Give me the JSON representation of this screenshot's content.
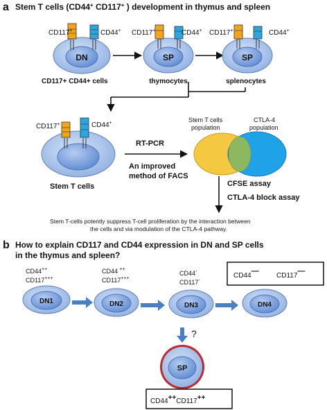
{
  "panel_a": {
    "letter": "a",
    "title_parts": [
      "Stem T cells (CD44",
      "+",
      " CD117",
      "+",
      " ) development in thymus and spleen"
    ],
    "cells": {
      "dn": {
        "label": "DN",
        "caption": "CD117+  CD44+ cells",
        "cd117": "CD117",
        "cd44": "CD44",
        "sup": "+"
      },
      "sp1": {
        "label": "SP",
        "caption": "thymocytes",
        "cd117": "CD117",
        "cd44": "CD44",
        "sup": "+"
      },
      "sp2": {
        "label": "SP",
        "caption": "splenocytes",
        "cd117": "CD117",
        "cd44": "CD44",
        "sup": "+"
      },
      "stem": {
        "caption": "Stem T cells",
        "cd117": "CD117",
        "cd44": "CD44",
        "sup": "+"
      }
    },
    "methods": {
      "rt_pcr": "RT-PCR",
      "facs_line1": "An improved",
      "facs_line2": "method of FACS"
    },
    "venn": {
      "left_line1": "Stem T cells",
      "left_line2": "population",
      "right_line1": "CTLA-4",
      "right_line2": "population"
    },
    "assays": {
      "cfse": "CFSE assay",
      "ctla4_block": "CTLA-4 block assay"
    },
    "conclusion_line1": "Stem T-cells potently suppress T-cell  proliferation by the interaction between",
    "conclusion_line2": "the cells and via modulation of the CTLA-4 pathway."
  },
  "panel_b": {
    "letter": "b",
    "title_line1": "How to explain CD117 and CD44 expression in DN and SP cells",
    "title_line2": "in the thymus and spleen?",
    "stages": [
      {
        "label": "DN1",
        "cd44": "CD44",
        "cd44_sup": "++",
        "cd117": "CD117",
        "cd117_sup": "+++"
      },
      {
        "label": "DN2",
        "cd44": "CD44 ",
        "cd44_sup": "++",
        "cd117": "CD117",
        "cd117_sup": "+++"
      },
      {
        "label": "DN3",
        "cd44": "CD44",
        "cd44_sup": "-",
        "cd117": "CD117",
        "cd117_sup": "-"
      },
      {
        "label": "DN4",
        "cd44": "CD44",
        "cd44_sup": "—",
        "cd117": "CD117",
        "cd117_sup": "—"
      }
    ],
    "question": "?",
    "sp": {
      "label": "SP",
      "cd44": "CD44",
      "cd44_sup": "++",
      "cd117": "CD117",
      "cd117_sup": "++"
    }
  },
  "colors": {
    "cell_fill": "#9ab8e6",
    "cell_inner": "#6f97d8",
    "cell_stroke": "#6480b4",
    "receptor_orange": "#f2a51a",
    "receptor_blue": "#2aa6e0",
    "arrow_blue": "#4a7fc1",
    "venn_yellow": "#f5c842",
    "venn_blue": "#1fa2e8",
    "venn_overlap": "#8db860",
    "sp_ring": "#c0282f"
  }
}
